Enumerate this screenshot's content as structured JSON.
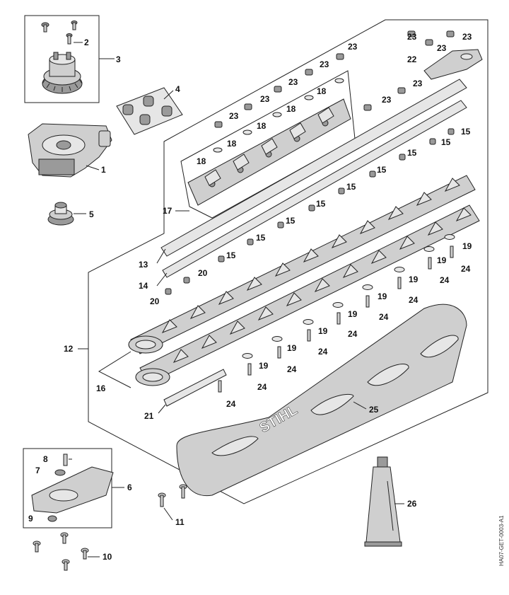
{
  "drawing_code": "HA07-GET-0003-A1",
  "brand_logo": "STIHL",
  "callouts": [
    {
      "id": "c-2",
      "text": "2"
    },
    {
      "id": "c-3",
      "text": "3"
    },
    {
      "id": "c-4",
      "text": "4"
    },
    {
      "id": "c-1",
      "text": "1"
    },
    {
      "id": "c-5",
      "text": "5"
    },
    {
      "id": "c-17",
      "text": "17"
    },
    {
      "id": "c-13",
      "text": "13"
    },
    {
      "id": "c-14",
      "text": "14"
    },
    {
      "id": "c-20a",
      "text": "20"
    },
    {
      "id": "c-20b",
      "text": "20"
    },
    {
      "id": "c-12",
      "text": "12"
    },
    {
      "id": "c-16",
      "text": "16"
    },
    {
      "id": "c-21",
      "text": "21"
    },
    {
      "id": "c-24a",
      "text": "24"
    },
    {
      "id": "c-25",
      "text": "25"
    },
    {
      "id": "c-6",
      "text": "6"
    },
    {
      "id": "c-8",
      "text": "8"
    },
    {
      "id": "c-7",
      "text": "7"
    },
    {
      "id": "c-9",
      "text": "9"
    },
    {
      "id": "c-11",
      "text": "11"
    },
    {
      "id": "c-10",
      "text": "10"
    },
    {
      "id": "c-26",
      "text": "26"
    },
    {
      "id": "c-22",
      "text": "22"
    },
    {
      "id": "c-23a",
      "text": "23"
    },
    {
      "id": "c-23b",
      "text": "23"
    },
    {
      "id": "c-23c",
      "text": "23"
    },
    {
      "id": "c-23d",
      "text": "23"
    },
    {
      "id": "c-23e",
      "text": "23"
    },
    {
      "id": "c-23f",
      "text": "23"
    },
    {
      "id": "c-23g",
      "text": "23"
    },
    {
      "id": "c-23h",
      "text": "23"
    },
    {
      "id": "c-23i",
      "text": "23"
    },
    {
      "id": "c-23j",
      "text": "23"
    },
    {
      "id": "c-18a",
      "text": "18"
    },
    {
      "id": "c-18b",
      "text": "18"
    },
    {
      "id": "c-18c",
      "text": "18"
    },
    {
      "id": "c-18d",
      "text": "18"
    },
    {
      "id": "c-18e",
      "text": "18"
    },
    {
      "id": "c-15a",
      "text": "15"
    },
    {
      "id": "c-15b",
      "text": "15"
    },
    {
      "id": "c-15c",
      "text": "15"
    },
    {
      "id": "c-15d",
      "text": "15"
    },
    {
      "id": "c-15e",
      "text": "15"
    },
    {
      "id": "c-15f",
      "text": "15"
    },
    {
      "id": "c-15g",
      "text": "15"
    },
    {
      "id": "c-15h",
      "text": "15"
    },
    {
      "id": "c-15i",
      "text": "15"
    },
    {
      "id": "c-19a",
      "text": "19"
    },
    {
      "id": "c-19b",
      "text": "19"
    },
    {
      "id": "c-19c",
      "text": "19"
    },
    {
      "id": "c-19d",
      "text": "19"
    },
    {
      "id": "c-19e",
      "text": "19"
    },
    {
      "id": "c-19f",
      "text": "19"
    },
    {
      "id": "c-19g",
      "text": "19"
    },
    {
      "id": "c-19h",
      "text": "19"
    },
    {
      "id": "c-24b",
      "text": "24"
    },
    {
      "id": "c-24c",
      "text": "24"
    },
    {
      "id": "c-24d",
      "text": "24"
    },
    {
      "id": "c-24e",
      "text": "24"
    },
    {
      "id": "c-24f",
      "text": "24"
    },
    {
      "id": "c-24g",
      "text": "24"
    },
    {
      "id": "c-24h",
      "text": "24"
    },
    {
      "id": "c-24i",
      "text": "24"
    }
  ]
}
